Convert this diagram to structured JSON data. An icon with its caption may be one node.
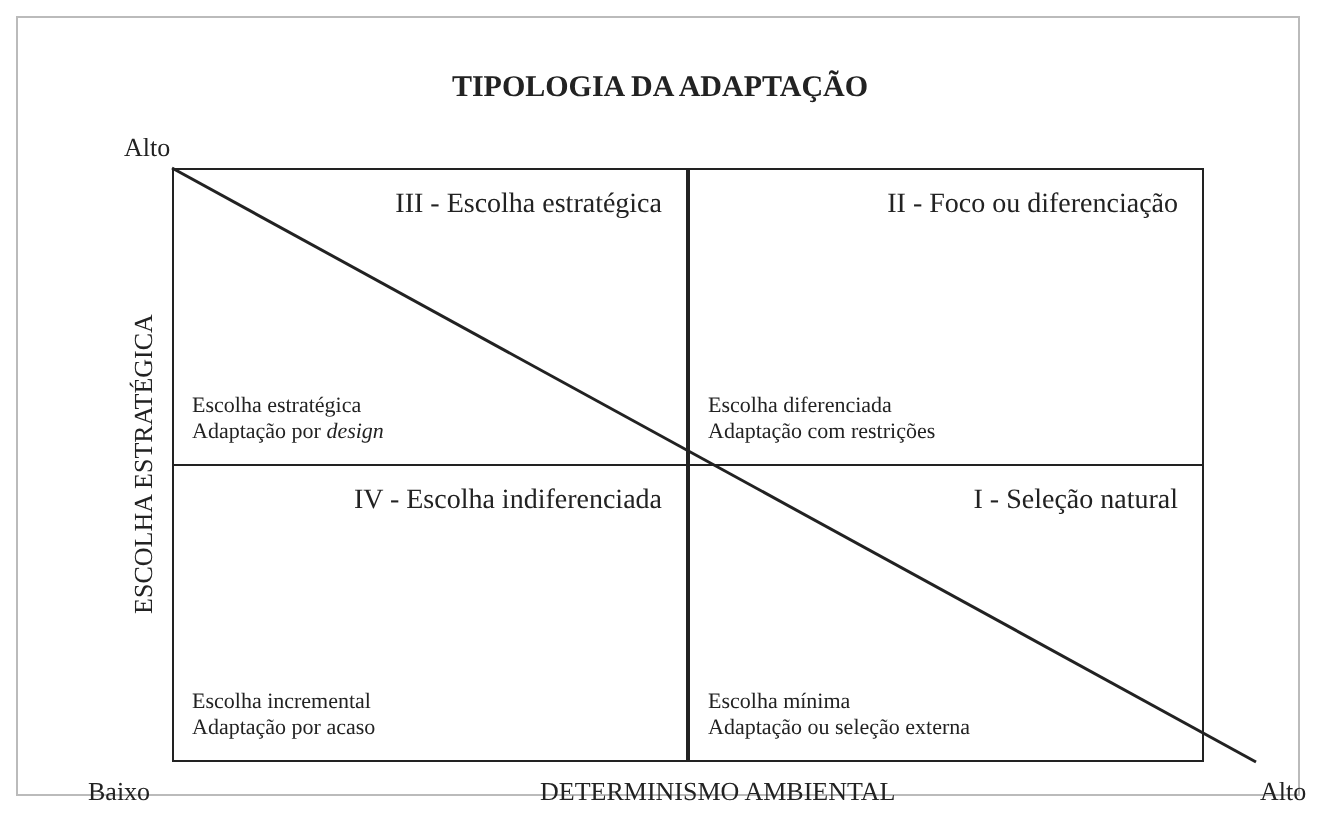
{
  "diagram": {
    "title": "TIPOLOGIA DA ADAPTAÇÃO",
    "nodes": [
      {
        "text": [
          "III - Escolha estratégica",
          "Escolha estratégica",
          "Adaptação por *design*"
        ]
      },
      {
        "text": [
          "II - Foco ou diferenciação",
          "Escolha diferenciada",
          "Adaptação com restrições"
        ]
      },
      {
        "text": [
          "IV - Escolha indiferenciada",
          "Escolha incremental",
          "Adaptação por acaso"
        ]
      },
      {
        "text": [
          "I - Seleção natural",
          "Escolha mínima",
          "Adaptação ou seleção externa"
        ]
      }
    ],
    "labels": [
      "Alto",
      "ESCOLHA ESTRATÉGICA",
      "Baixo",
      "DETERMINISMO AMBIENTAL",
      "Alto"
    ]
  }
}
